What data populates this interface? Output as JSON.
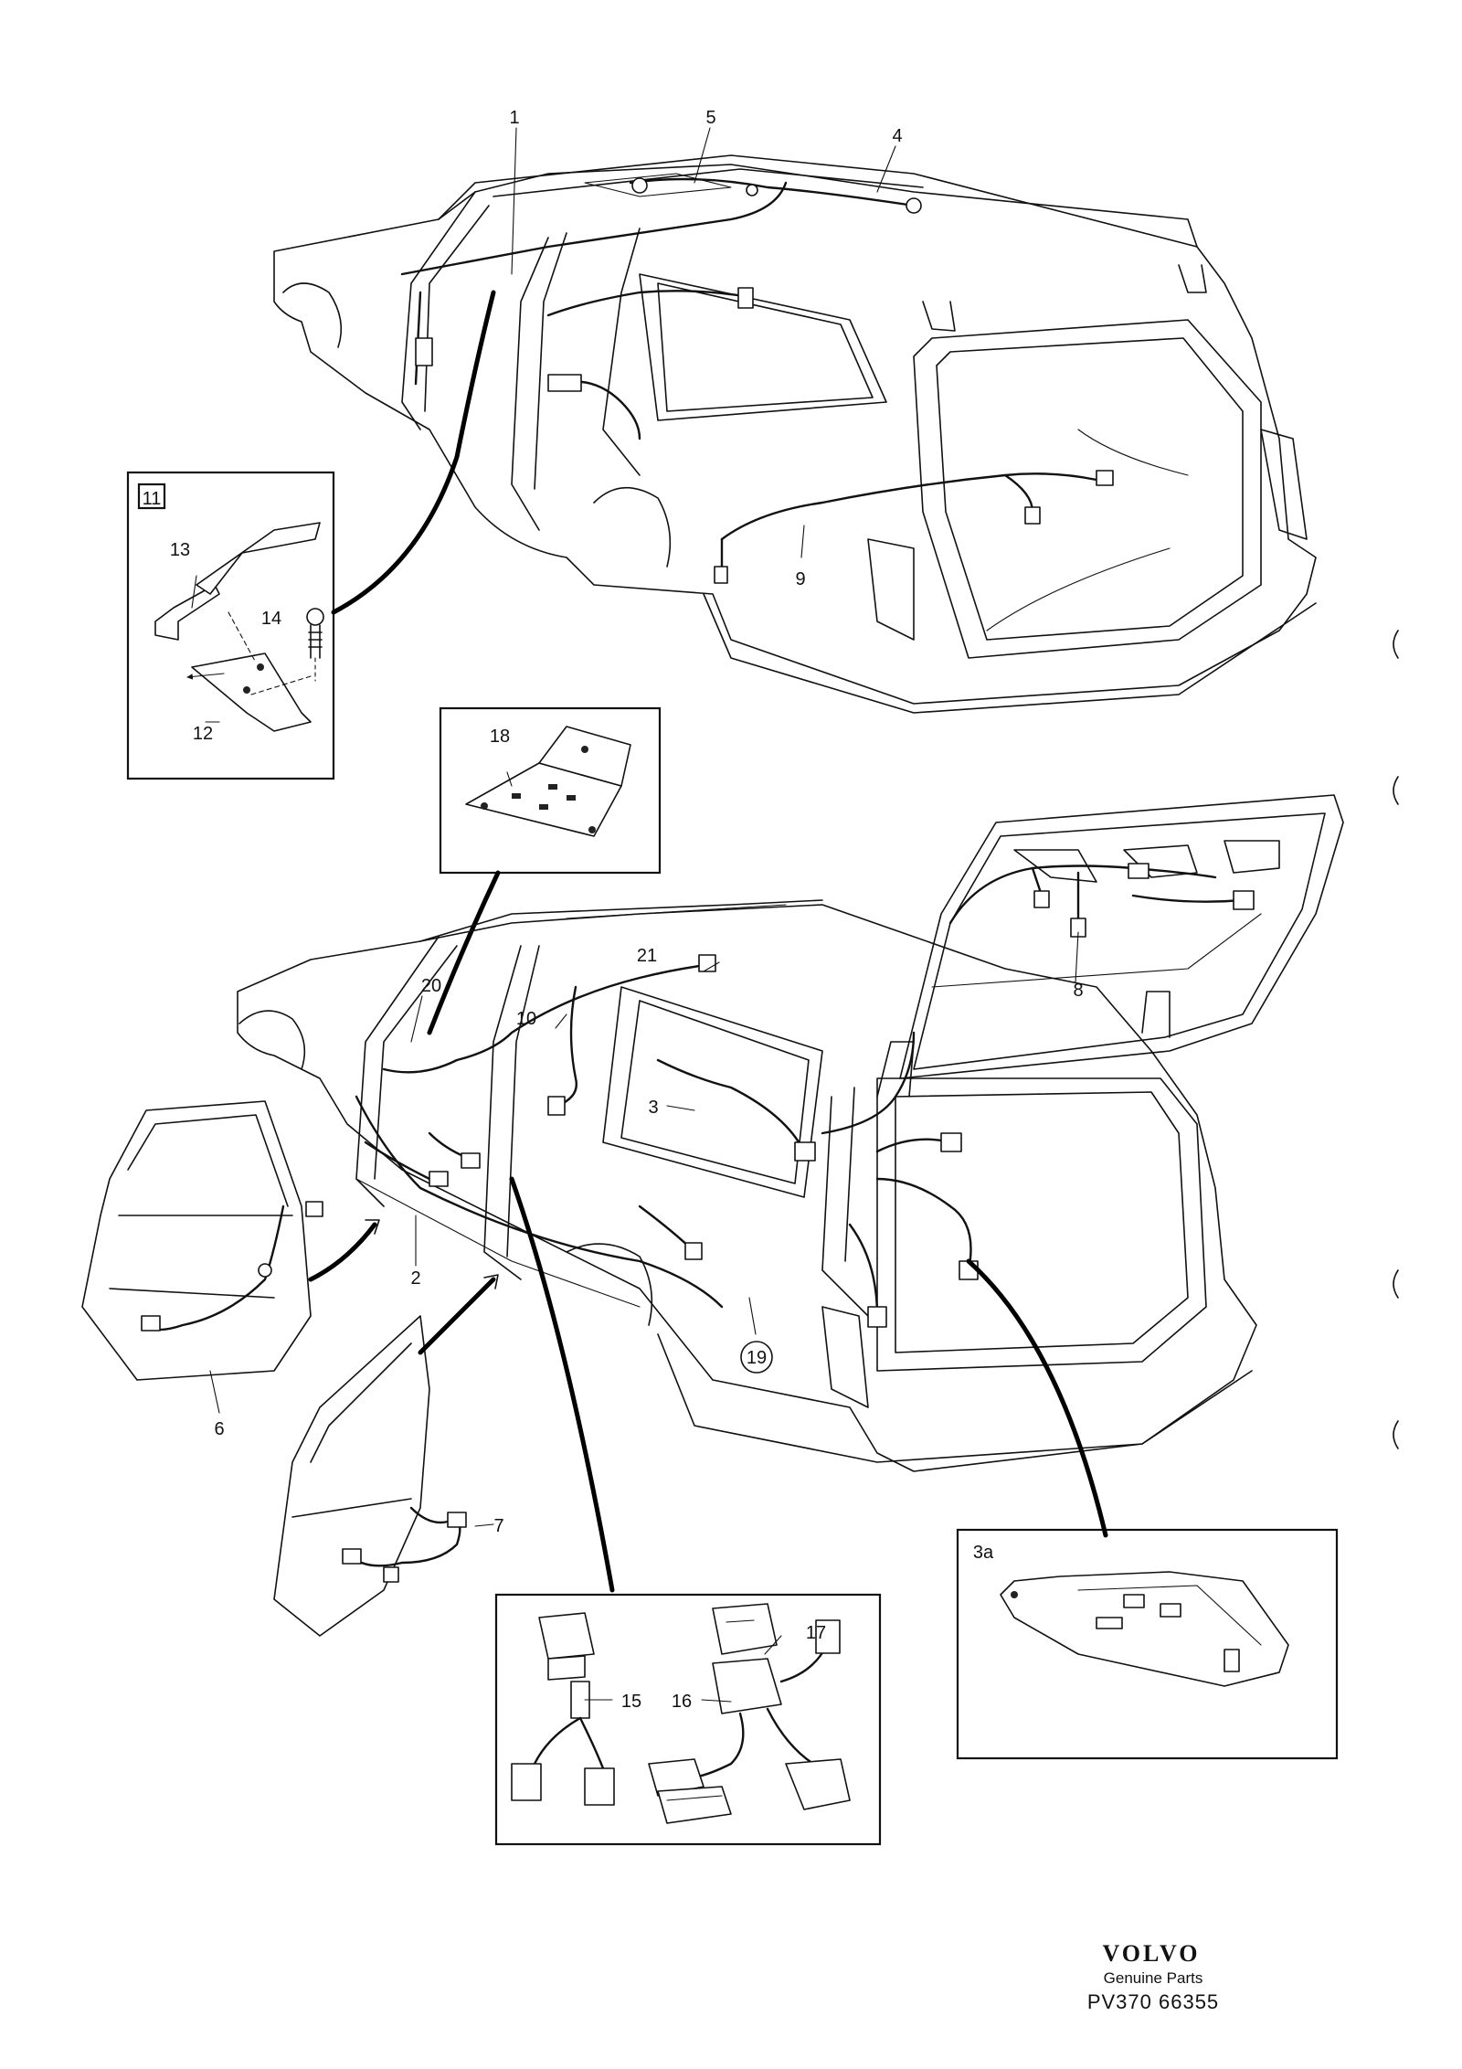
{
  "callouts": {
    "c1": "1",
    "c2": "2",
    "c3": "3",
    "c3a": "3a",
    "c4": "4",
    "c5": "5",
    "c6": "6",
    "c7": "7",
    "c8": "8",
    "c9": "9",
    "c10": "10",
    "c11": "11",
    "c12": "12",
    "c13": "13",
    "c14": "14",
    "c15": "15",
    "c16": "16",
    "c17": "17",
    "c18": "18",
    "c19": "19",
    "c20": "20",
    "c21": "21"
  },
  "brand": {
    "name": "VOLVO",
    "subtitle": "Genuine Parts",
    "code": "PV370 66355"
  }
}
